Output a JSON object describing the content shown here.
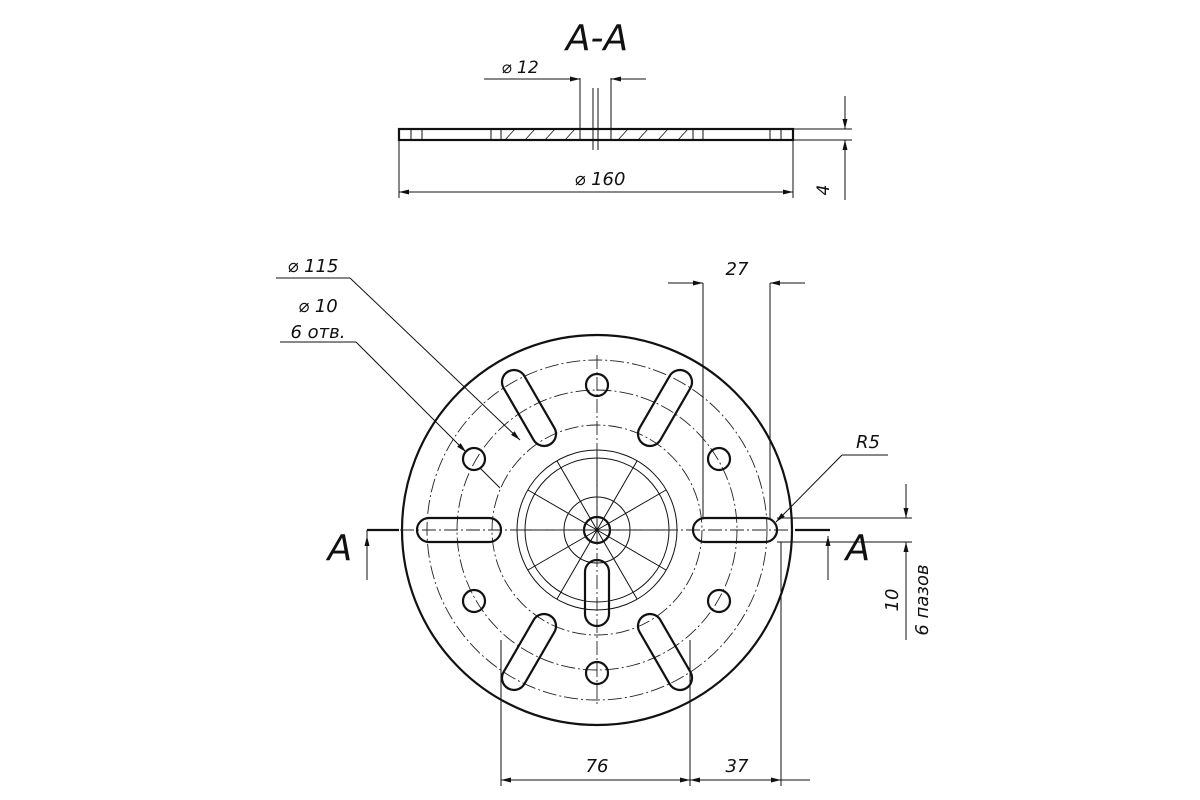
{
  "section": {
    "title": "A-A",
    "dim_hole": "⌀ 12",
    "dim_outer": "⌀ 160",
    "dim_thickness": "4"
  },
  "plan": {
    "dim_pcd": "⌀ 115",
    "dim_holes_diameter": "⌀ 10",
    "dim_holes_count": "6 отв.",
    "dim_top_width": "27",
    "dim_radius": "R5",
    "dim_slot_width": "10",
    "dim_slot_count": "6 пазов",
    "dim_bottom_left": "76",
    "dim_bottom_right": "37",
    "section_mark_left": "A",
    "section_mark_right": "A"
  },
  "colors": {
    "ink": "#111111",
    "paper": "#ffffff"
  }
}
